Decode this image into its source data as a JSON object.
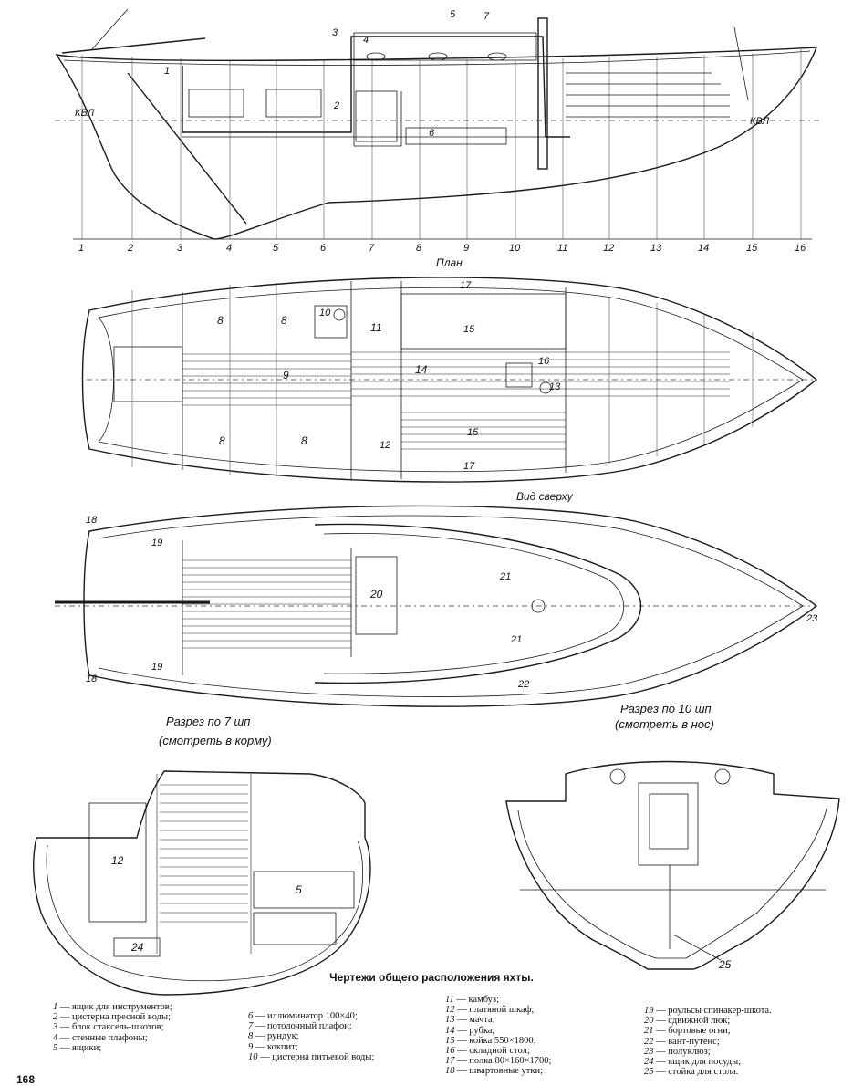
{
  "views": {
    "side_waterline_left": "КВЛ",
    "side_waterline_right": "КВЛ",
    "plan_title": "План",
    "top_title": "Вид сверху",
    "section7_title": "Разрез по 7 шп",
    "section7_subtitle": "(смотреть в корму)",
    "section10_title": "Разрез по 10 шп",
    "section10_subtitle": "(смотреть в нос)"
  },
  "frames": [
    "1",
    "2",
    "3",
    "4",
    "5",
    "6",
    "7",
    "8",
    "9",
    "10",
    "11",
    "12",
    "13",
    "14",
    "15",
    "16"
  ],
  "callouts": {
    "side": [
      "1",
      "2",
      "3",
      "4",
      "5",
      "6",
      "7"
    ],
    "plan": [
      "8",
      "8",
      "8",
      "8",
      "9",
      "10",
      "11",
      "12",
      "13",
      "14",
      "15",
      "15",
      "16",
      "17",
      "17"
    ],
    "top": [
      "18",
      "18",
      "19",
      "19",
      "20",
      "21",
      "21",
      "22",
      "23"
    ],
    "sections": [
      "12",
      "5",
      "24",
      "25"
    ]
  },
  "caption": "Чертежи общего расположения яхты.",
  "legend": [
    {
      "n": "1",
      "text": "— ящик для инструментов;"
    },
    {
      "n": "2",
      "text": "— цистерна пресной воды;"
    },
    {
      "n": "3",
      "text": "— блок стаксель-шкотов;"
    },
    {
      "n": "4",
      "text": "— стенные плафоны;"
    },
    {
      "n": "5",
      "text": "— ящики;"
    },
    {
      "n": "6",
      "text": "— иллюминатор 100×40;"
    },
    {
      "n": "7",
      "text": "— потолочный плафои;"
    },
    {
      "n": "8",
      "text": "— рундук;"
    },
    {
      "n": "9",
      "text": "— кокпит;"
    },
    {
      "n": "10",
      "text": "— цистерна питьевой воды;"
    },
    {
      "n": "11",
      "text": "— камбуз;"
    },
    {
      "n": "12",
      "text": "— платяной шкаф;"
    },
    {
      "n": "13",
      "text": "— мачта;"
    },
    {
      "n": "14",
      "text": "— рубка;"
    },
    {
      "n": "15",
      "text": "— койка 550×1800;"
    },
    {
      "n": "16",
      "text": "— складной стол;"
    },
    {
      "n": "17",
      "text": "— полка 80×160×1700;"
    },
    {
      "n": "18",
      "text": "— швартовные утки;"
    },
    {
      "n": "19",
      "text": "— роульсы спинакер-шкота."
    },
    {
      "n": "20",
      "text": "— сдвижной люк;"
    },
    {
      "n": "21",
      "text": "— бортовые огни;"
    },
    {
      "n": "22",
      "text": "— вант-путенс;"
    },
    {
      "n": "23",
      "text": "— полуклюз;"
    },
    {
      "n": "24",
      "text": "— ящик для посуды;"
    },
    {
      "n": "25",
      "text": "— стойка для стола."
    }
  ],
  "page_number": "168"
}
